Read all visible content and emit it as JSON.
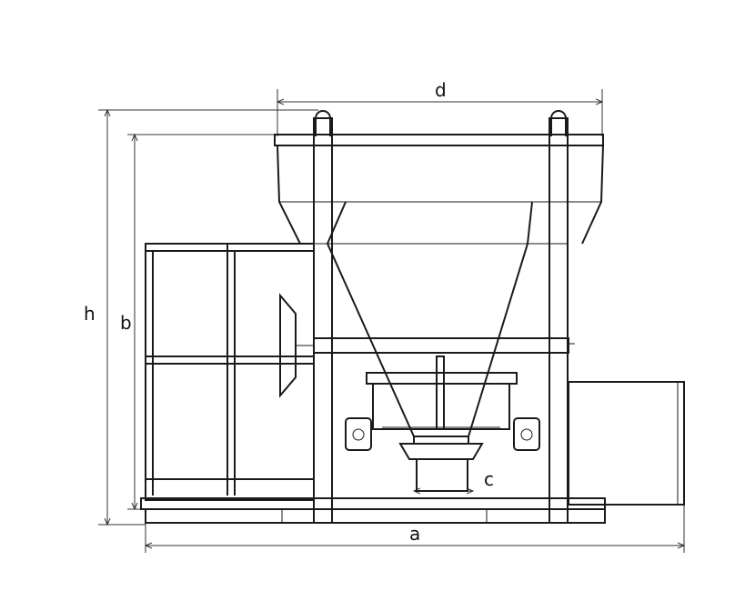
{
  "drawing": {
    "dimension_labels": {
      "d": "d",
      "h": "h",
      "b": "b",
      "c": "c",
      "a": "a"
    },
    "line_color": "#1a1a1a"
  }
}
